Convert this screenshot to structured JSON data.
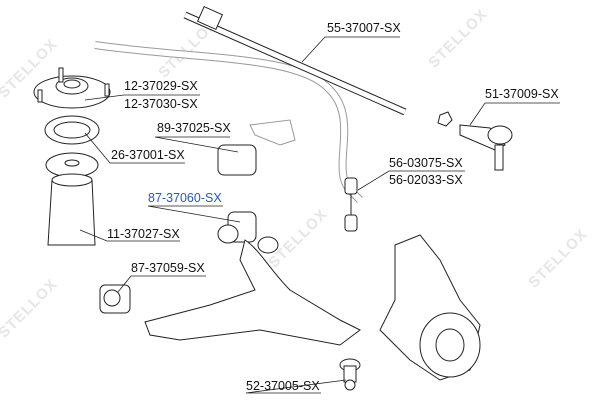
{
  "watermark": "STELLOX",
  "highlight_color": "#2a58b8",
  "parts": {
    "tie_rod": "55-37007-SX",
    "strut_mount_a": "12-37029-SX",
    "strut_mount_b": "12-37030-SX",
    "stabilizer_bushing": "89-37025-SX",
    "tie_rod_end": "51-37009-SX",
    "bearing": "26-37001-SX",
    "stabilizer_link_a": "56-03075-SX",
    "stabilizer_link_b": "56-02033-SX",
    "arm_bushing_front": "87-37060-SX",
    "bump_stop": "11-37027-SX",
    "arm_bushing_rear": "87-37059-SX",
    "ball_joint": "52-37005-SX"
  }
}
